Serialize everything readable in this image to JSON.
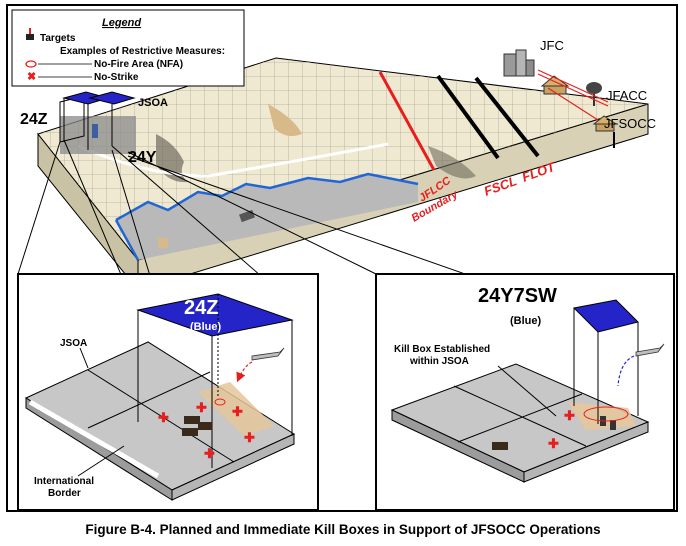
{
  "legend": {
    "title": "Legend",
    "targets": "Targets",
    "examples": "Examples of Restrictive Measures:",
    "nfa": "No-Fire Area (NFA)",
    "no_strike": "No-Strike"
  },
  "main": {
    "label_24z": "24Z",
    "label_jsoa": "JSOA",
    "label_24y": "24Y",
    "label_jfc": "JFC",
    "label_jfacc": "JFACC",
    "label_jfsocc": "JFSOCC",
    "label_jflcc_1": "JFLCC",
    "label_jflcc_2": "Boundary",
    "label_fscl": "FSCL",
    "label_flot": "FLOT"
  },
  "left_inset": {
    "box_label": "24Z",
    "box_color": "(Blue)",
    "jsoa": "JSOA",
    "border_1": "International",
    "border_2": "Border"
  },
  "right_inset": {
    "box_label": "24Y7SW",
    "box_color": "(Blue)",
    "kill_box_1": "Kill Box Established",
    "kill_box_2": "within JSOA"
  },
  "caption": "Figure B-4.  Planned and Immediate Kill Boxes in Support of JFSOCC Operations",
  "colors": {
    "kill_box": "#2424c8",
    "coordination_line": "#e81e1e",
    "terrain": "#efe9d2",
    "water": "#b9b9b9",
    "boundary": "#1f66d6"
  }
}
